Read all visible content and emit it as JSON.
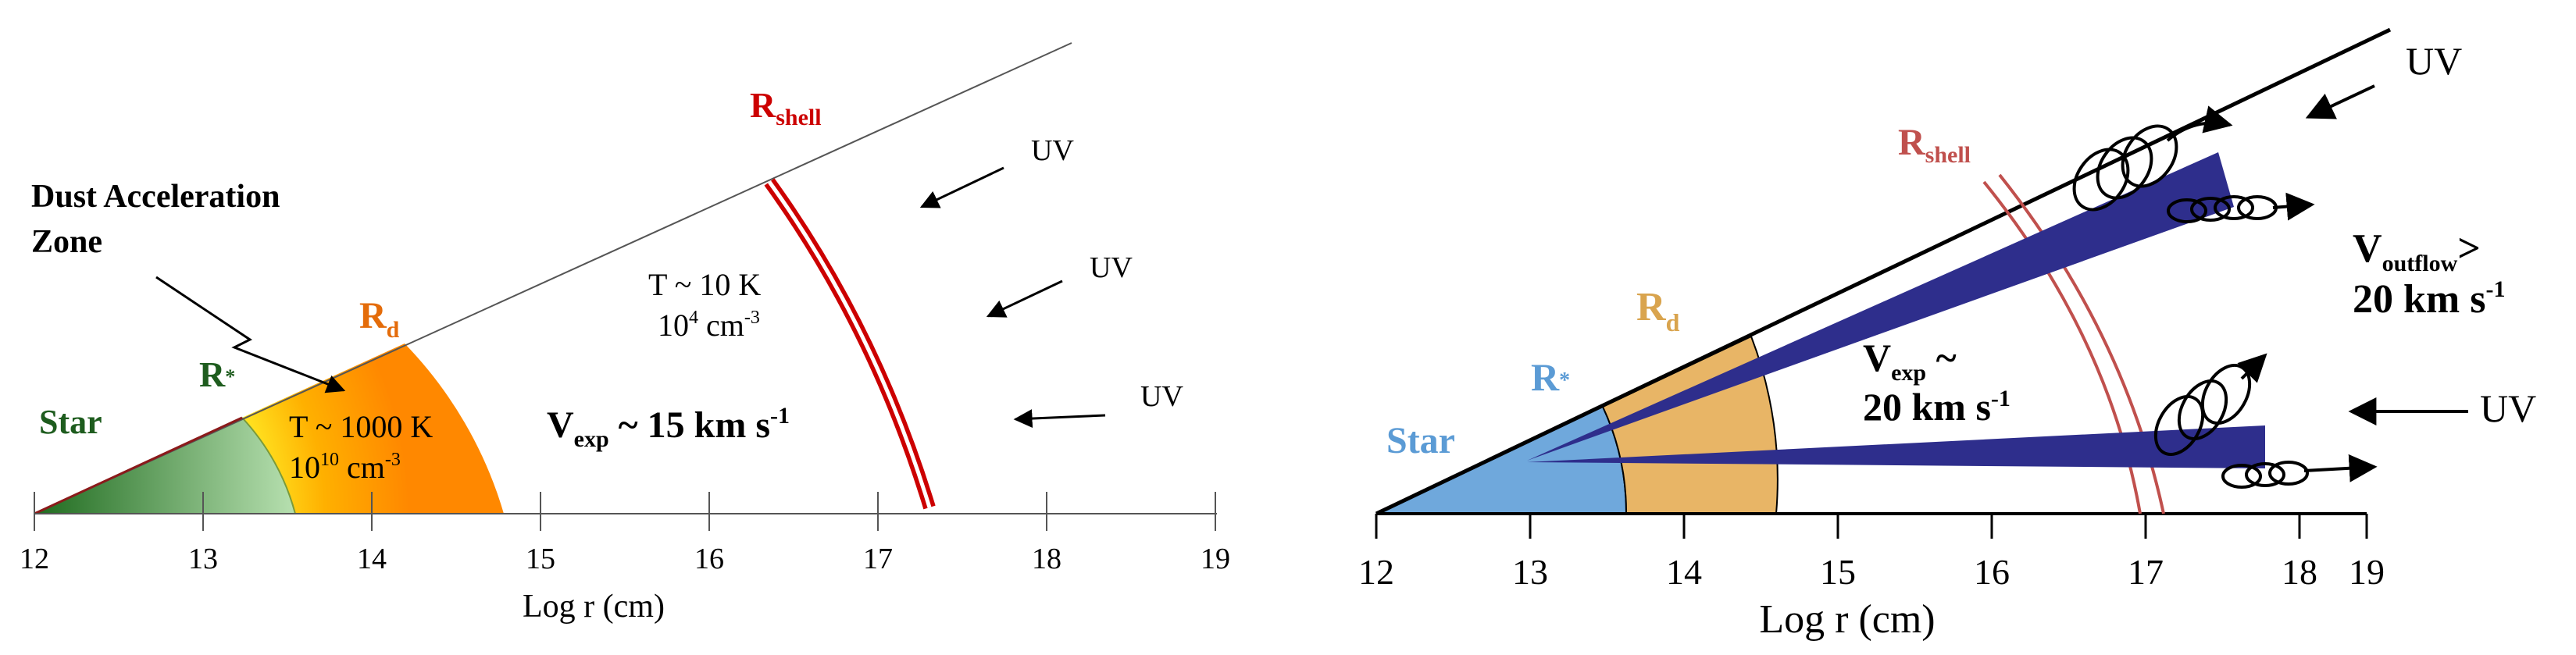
{
  "left_panel": {
    "tick_labels": [
      "12",
      "13",
      "14",
      "15",
      "16",
      "17",
      "18",
      "19"
    ],
    "axis_label": "Log r (cm)",
    "label_star": "Star",
    "label_rstar_main": "R",
    "label_rstar_sub": "*",
    "label_rd_main": "R",
    "label_rd_sub": "d",
    "label_rshell_main": "R",
    "label_rshell_sub": "shell",
    "zone_label_line1": "Dust Acceleration",
    "zone_label_line2": "Zone",
    "temp_inner": "T ~ 1000 K",
    "dens_inner_base": "10",
    "dens_inner_exp": "10",
    "dens_inner_unit": " cm",
    "dens_inner_unit_exp": "-3",
    "temp_outer": "T ~ 10 K",
    "dens_outer_base": "10",
    "dens_outer_exp": "4",
    "dens_outer_unit": " cm",
    "dens_outer_unit_exp": "-3",
    "vexp_main": "V",
    "vexp_sub": "exp",
    "vexp_value": " ~ 15 km s",
    "vexp_exp": "-1",
    "uv_labels": [
      "UV",
      "UV",
      "UV"
    ]
  },
  "right_panel": {
    "tick_labels": [
      "12",
      "13",
      "14",
      "15",
      "16",
      "17",
      "18",
      "19"
    ],
    "axis_label": "Log r (cm)",
    "label_star": "Star",
    "label_rstar_main": "R",
    "label_rstar_sub": "*",
    "label_rd_main": "R",
    "label_rd_sub": "d",
    "label_rshell_main": "R",
    "label_rshell_sub": "shell",
    "vexp_main": "V",
    "vexp_sub": "exp",
    "vexp_tilde": " ~",
    "vexp_value": "20 km s",
    "vexp_exp": "-1",
    "voutflow_main": "V",
    "voutflow_sub": "outflow",
    "voutflow_gt": ">",
    "voutflow_value": "20 km s",
    "voutflow_exp": "-1",
    "uv_labels": [
      "UV",
      "UV"
    ]
  },
  "colors": {
    "shell_red": "#cc0000",
    "shell_right": "#c0504d",
    "label_red": "#cc0000",
    "label_orange": "#e46c0a",
    "label_green": "#1e5c1e",
    "label_blue": "#5b9bd5",
    "label_tan": "#d9a44e",
    "jet": "#2e2e8c",
    "star_blue": "#6fa8dc",
    "dust_tan": "#e8b566"
  }
}
